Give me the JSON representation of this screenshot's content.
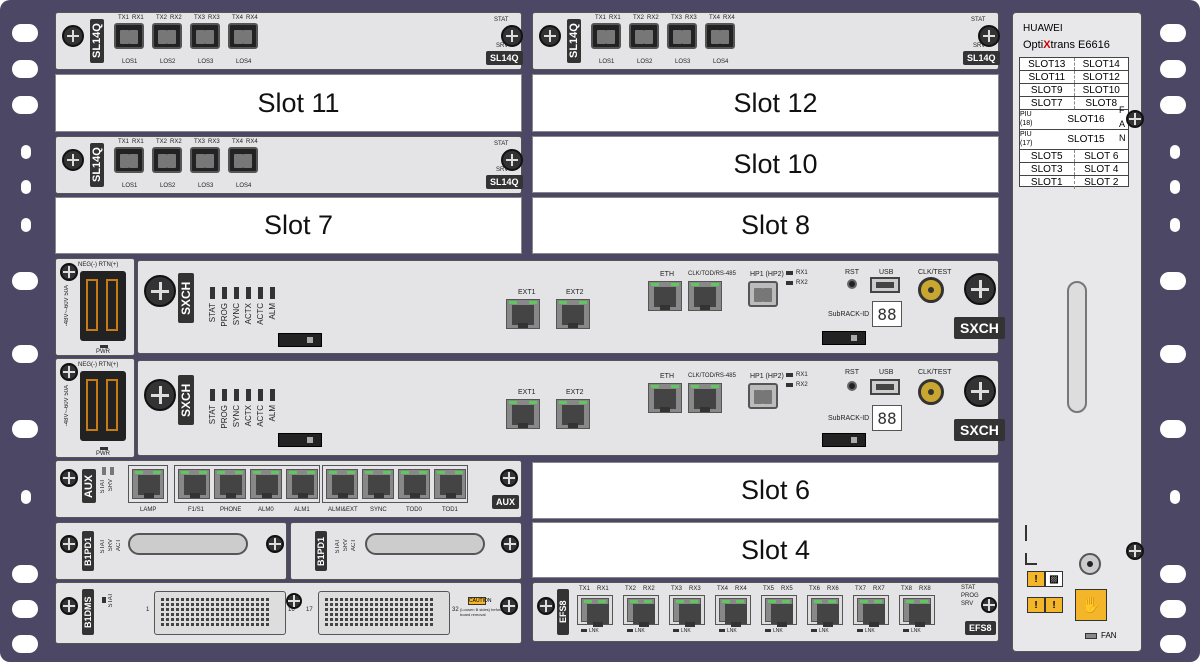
{
  "empty_slots": {
    "slot11": "Slot  11",
    "slot12": "Slot  12",
    "slot10": "Slot  10",
    "slot7": "Slot  7",
    "slot8": "Slot  8",
    "slot6": "Slot  6",
    "slot4": "Slot  4"
  },
  "sl14q": {
    "name": "SL14Q",
    "port_labels": [
      "TX1",
      "RX1",
      "TX2",
      "RX2",
      "TX3",
      "RX3",
      "TX4",
      "RX4"
    ],
    "los_labels": [
      "LOS1",
      "LOS2",
      "LOS3",
      "LOS4"
    ],
    "stat": "STAT",
    "srv": "SRV"
  },
  "pwr": {
    "neg_rtn": "NEG(-) RTN(+)",
    "voltage": "-48V~-60V 50A",
    "pwr": "PWR"
  },
  "sxch": {
    "name": "SXCH",
    "leds": [
      "STAT",
      "PROG",
      "SYNC",
      "ACTX",
      "ACTC",
      "ALM"
    ],
    "ext1": "EXT1",
    "ext2": "EXT2",
    "eth": "ETH",
    "clk": "CLK/TOD/RS-485",
    "hp": "HP1  (HP2)",
    "rx1": "RX1",
    "rx2": "RX2",
    "rst": "RST",
    "usb": "USB",
    "clktest": "CLK/TEST",
    "subrack": "SubRACK-ID",
    "display": "88"
  },
  "aux": {
    "name": "AUX",
    "leds": [
      "STAT",
      "SRV"
    ],
    "ports": [
      "LAMP",
      "F1/S1",
      "PHONE",
      "ALM0",
      "ALM1",
      "ALMI&EXT",
      "SYNC",
      "TOD0",
      "TOD1"
    ]
  },
  "b1pd1": {
    "name": "B1PD1",
    "leds": [
      "STAT",
      "SRV",
      "ACT"
    ]
  },
  "b1dms": {
    "name": "B1DMS",
    "stat": "STAT",
    "pin_labels": [
      "1",
      "16",
      "17",
      "32"
    ],
    "caution": "CAUTION",
    "caution_text": "(Loosen B sides) before board removal"
  },
  "efs8": {
    "name": "EFS8",
    "port_labels": [
      "TX1",
      "RX1",
      "TX2",
      "RX2",
      "TX3",
      "RX3",
      "TX4",
      "RX4",
      "TX5",
      "RX5",
      "TX6",
      "RX6",
      "TX7",
      "RX7",
      "TX8",
      "RX8"
    ],
    "lnk": [
      "LNK",
      "LNK",
      "LNK",
      "LNK",
      "LNK",
      "LNK",
      "LNK",
      "LNK"
    ],
    "leds": [
      "STAT",
      "PROG",
      "SRV"
    ]
  },
  "right_panel": {
    "brand": "HUAWEI",
    "model_prefix": "Opti",
    "model_x": "X",
    "model_suffix": "trans E6616",
    "fan_letters": [
      "F",
      "A",
      "N"
    ],
    "slot_rows": [
      [
        "SLOT13",
        "SLOT14"
      ],
      [
        "SLOT11",
        "SLOT12"
      ],
      [
        "SLOT9",
        "SLOT10"
      ],
      [
        "SLOT7",
        "SLOT8"
      ]
    ],
    "piu18": "PIU (18)",
    "slot16": "SLOT16",
    "piu17": "PIU (17)",
    "slot15": "SLOT15",
    "slot_rows_bottom": [
      [
        "SLOT5",
        "SLOT 6"
      ],
      [
        "SLOT3",
        "SLOT 4"
      ],
      [
        "SLOT1",
        "SLOT 2"
      ]
    ],
    "fan_label": "FAN"
  },
  "colors": {
    "rack": "#4b4764",
    "board": "#e4e4e6",
    "led_green": "#5dc95d",
    "caution": "#f3b52a"
  }
}
